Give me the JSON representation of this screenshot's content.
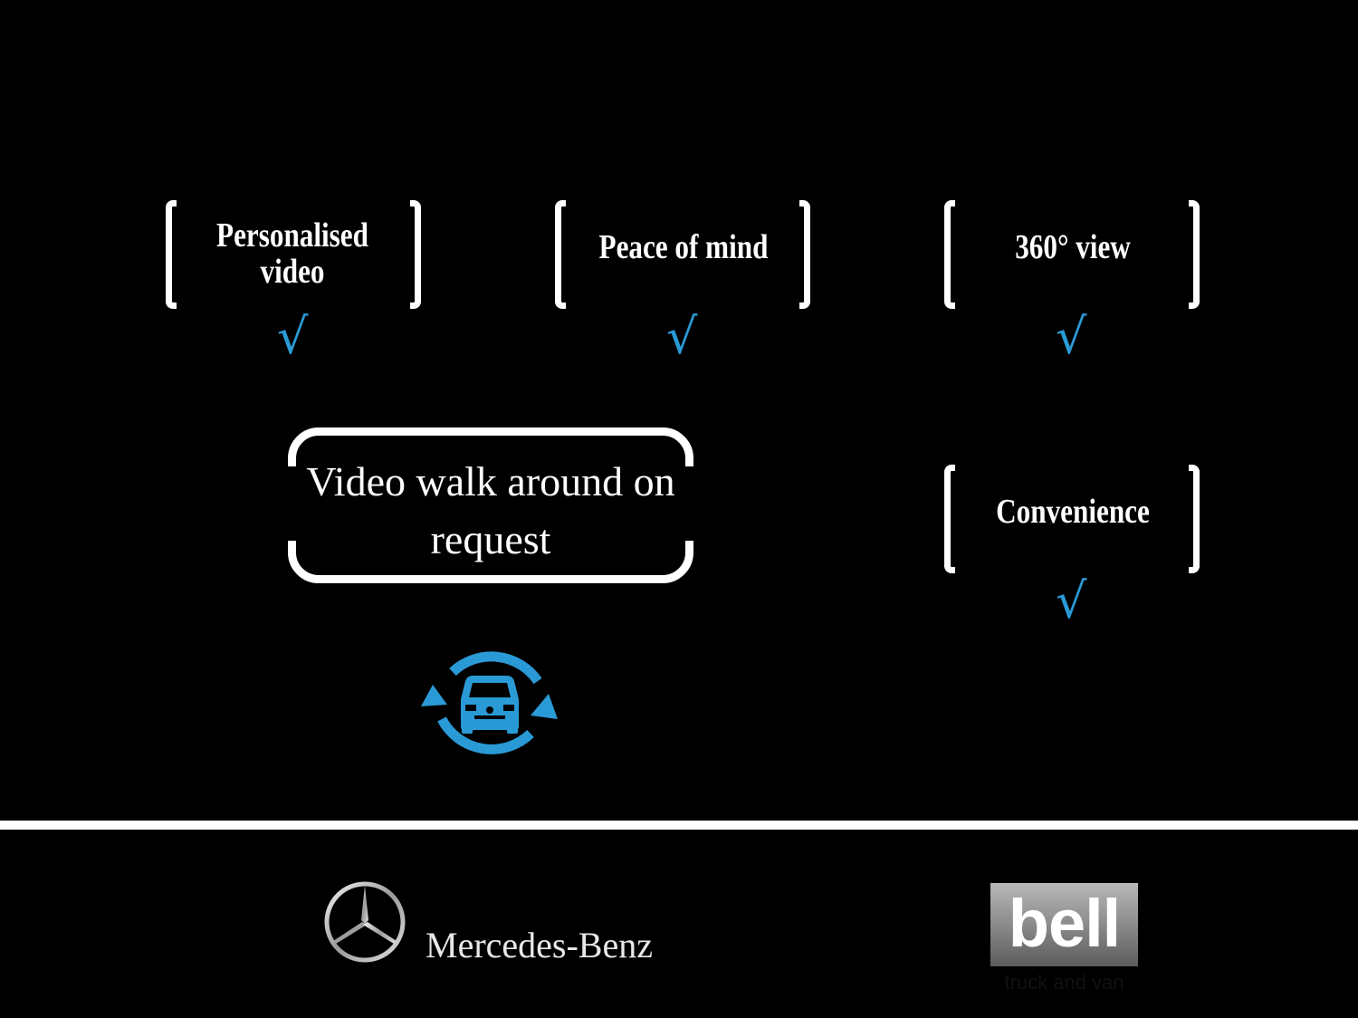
{
  "features": [
    {
      "id": "personalised-video",
      "label": "Personalised video",
      "checked": true
    },
    {
      "id": "peace-of-mind",
      "label": "Peace of mind",
      "checked": true
    },
    {
      "id": "360-view",
      "label": "360° view",
      "checked": true
    },
    {
      "id": "convenience",
      "label": "Convenience",
      "checked": true
    }
  ],
  "check_mark": "√",
  "highlight": {
    "label": "Video walk around on request"
  },
  "icons": {
    "rotate_van": "van-rotate-icon",
    "mercedes_star": "mercedes-star-icon"
  },
  "footer": {
    "mercedes_label": "Mercedes-Benz",
    "bell_label": "bell",
    "bell_sub": "truck and van"
  },
  "colors": {
    "accent": "#2a9ad6",
    "background": "#000000",
    "foreground": "#ffffff"
  }
}
